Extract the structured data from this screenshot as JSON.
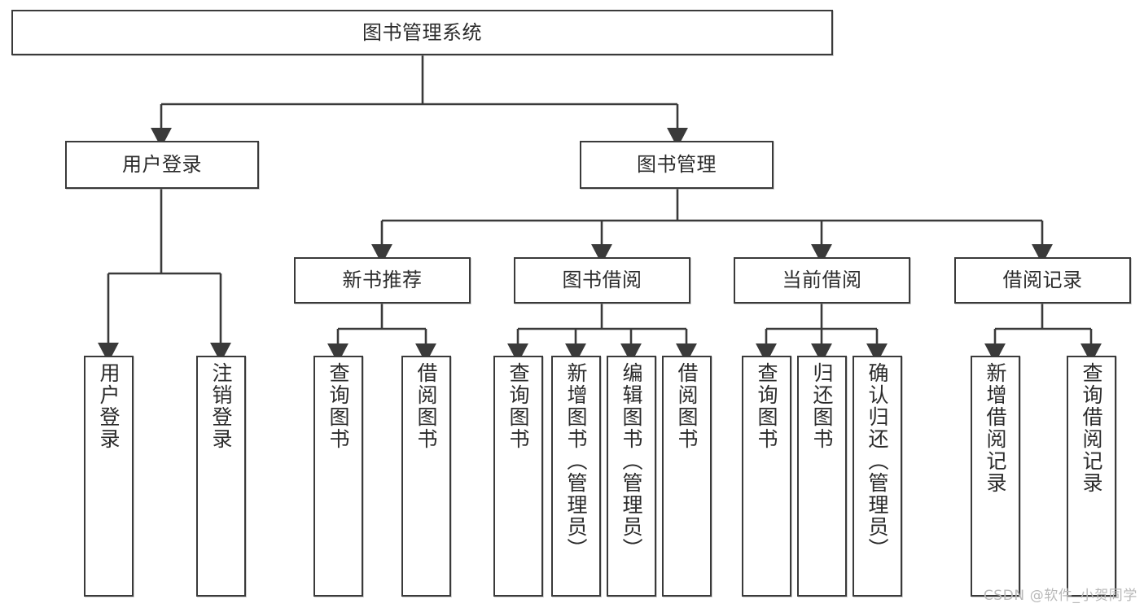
{
  "diagram": {
    "title": "图书管理系统",
    "watermark": "CSDN @软件_小贺同学",
    "stroke_color": "#3a3a3a",
    "text_color": "#2b2b2b",
    "background": "#ffffff",
    "nodes": {
      "root": {
        "label": "图书管理系统"
      },
      "level2": [
        {
          "label": "用户登录"
        },
        {
          "label": "图书管理"
        }
      ],
      "level3": [
        {
          "label": "新书推荐"
        },
        {
          "label": "图书借阅"
        },
        {
          "label": "当前借阅"
        },
        {
          "label": "借阅记录"
        }
      ],
      "leaves": {
        "user_login": [
          {
            "label": "用户登录"
          },
          {
            "label": "注销登录"
          }
        ],
        "new_book": [
          {
            "label": "查询图书"
          },
          {
            "label": "借阅图书"
          }
        ],
        "borrow": [
          {
            "label": "查询图书"
          },
          {
            "label": "新增图书（管理员）"
          },
          {
            "label": "编辑图书（管理员）"
          },
          {
            "label": "借阅图书"
          }
        ],
        "current": [
          {
            "label": "查询图书"
          },
          {
            "label": "归还图书"
          },
          {
            "label": "确认归还（管理员）"
          }
        ],
        "records": [
          {
            "label": "新增借阅记录"
          },
          {
            "label": "查询借阅记录"
          }
        ]
      }
    }
  }
}
